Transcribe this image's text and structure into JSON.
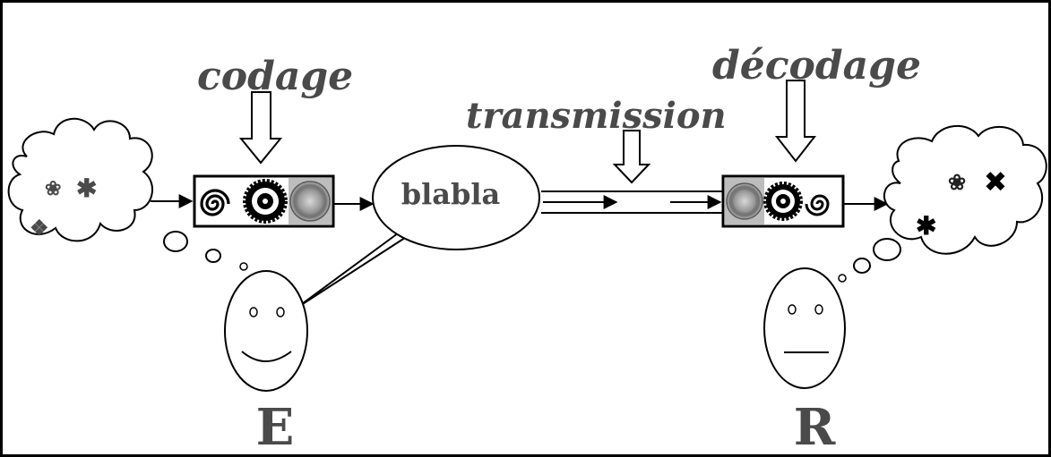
{
  "labels": {
    "encoding": "codage",
    "decoding": "décodage",
    "transmission": "transmission",
    "speech": "blabla",
    "sender": "E",
    "receiver": "R"
  },
  "symbols": {
    "thought_left": [
      "❀",
      "✱",
      "❖"
    ],
    "thought_right": [
      "❀",
      "✚",
      "✱"
    ]
  }
}
